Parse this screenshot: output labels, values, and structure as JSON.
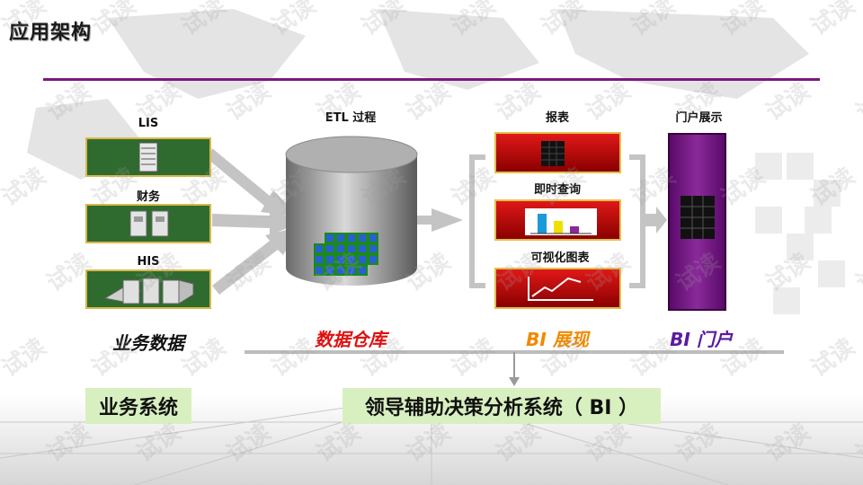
{
  "title": "应用架构",
  "sources": {
    "lis": "LIS",
    "finance": "财务",
    "his": "HIS",
    "caption": "业务数据"
  },
  "warehouse": {
    "etl_label": "ETL 过程",
    "caption": "数据仓库"
  },
  "bi": {
    "report_label": "报表",
    "query_label": "即时查询",
    "visual_label": "可视化图表",
    "caption": "BI 展现"
  },
  "portal": {
    "label": "门户展示",
    "caption": "BI 门户"
  },
  "systems": {
    "business": "业务系统",
    "decision": "领导辅助决策分析系统（ BI ）"
  },
  "colors": {
    "rule": "#7a1a7a",
    "source_box": "#2f6b2f",
    "box_border": "#d9b84a",
    "warehouse_caption": "#e01010",
    "bi_caption": "#f08a00",
    "portal_caption": "#5a1aa0",
    "system_box": "#d8f0c0"
  },
  "watermark": "试读"
}
